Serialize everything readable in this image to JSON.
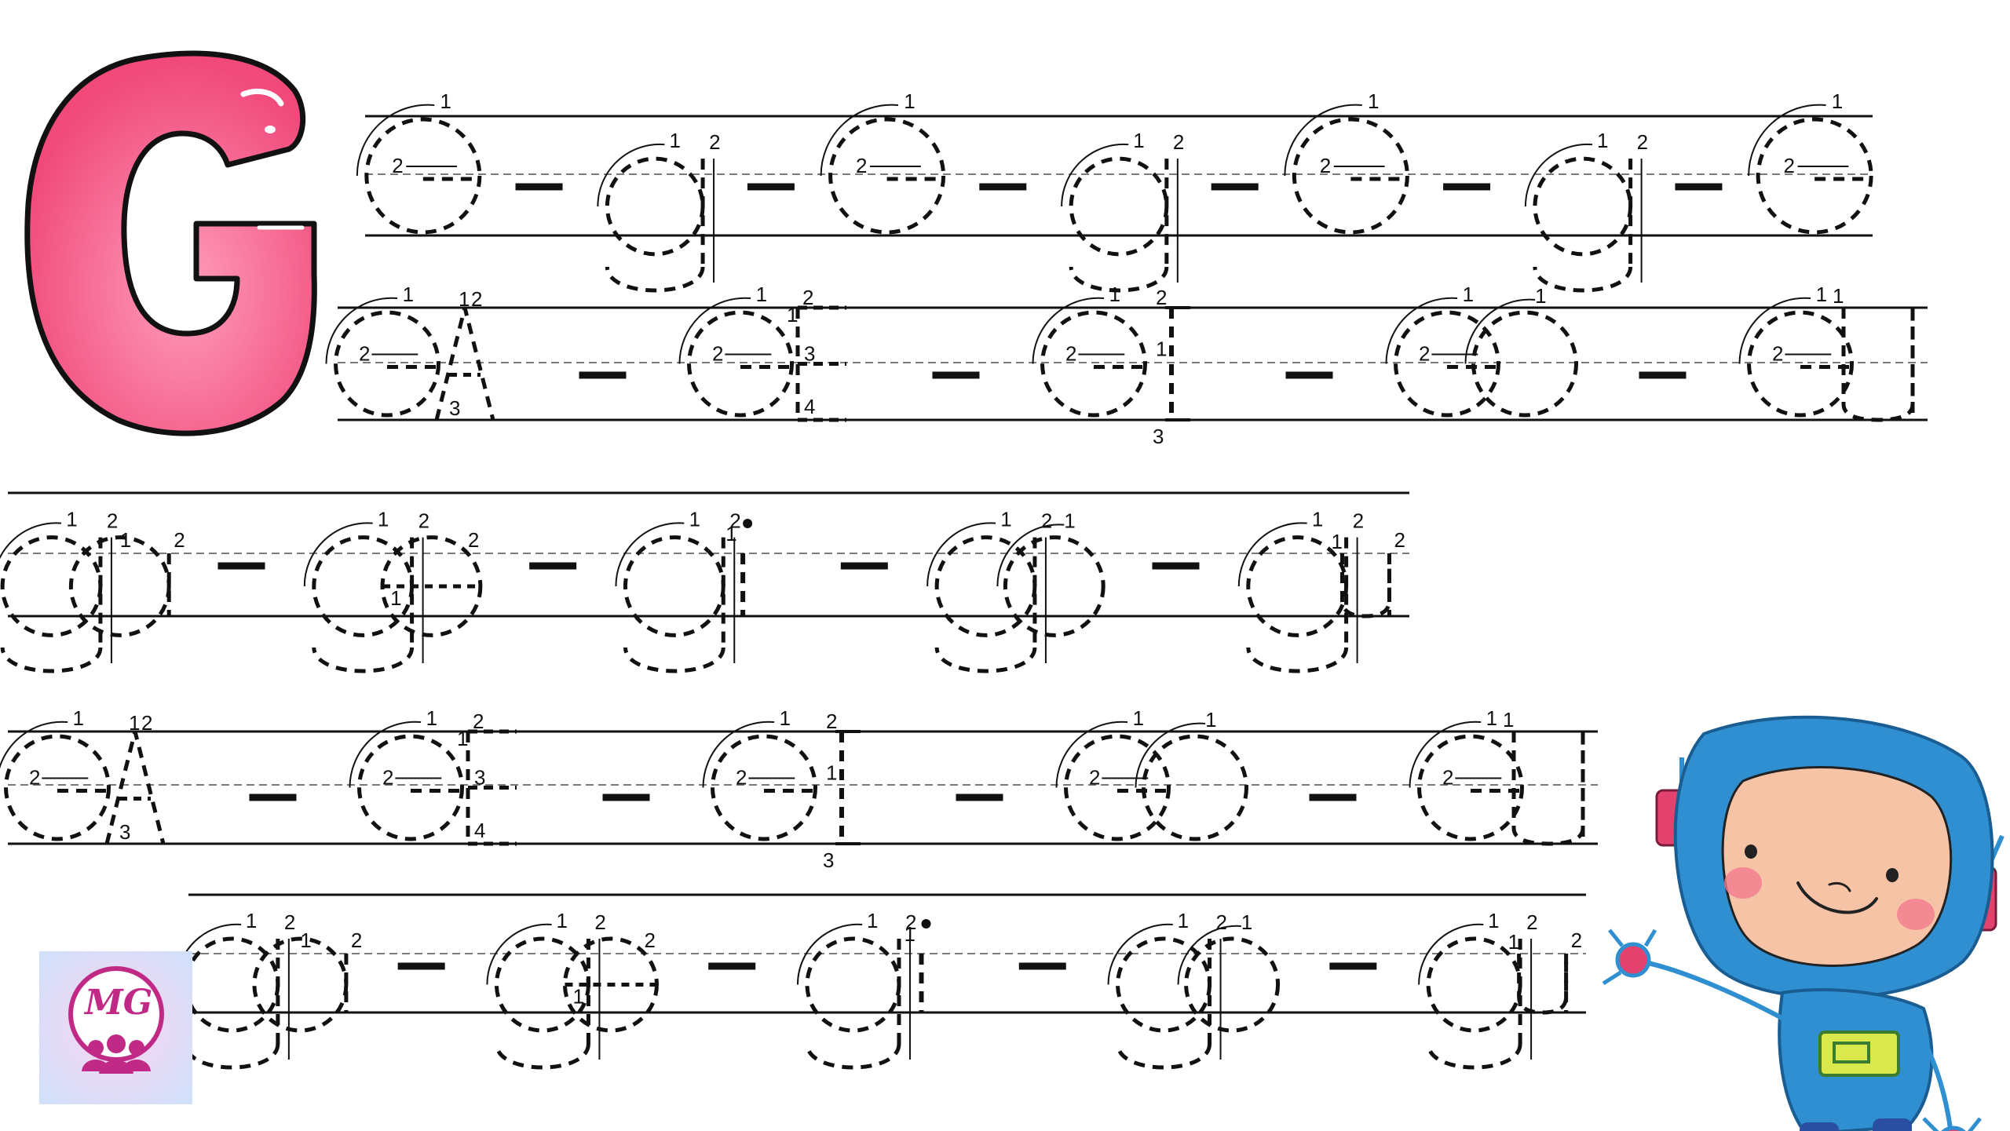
{
  "worksheet": {
    "big_letter": "G",
    "colors": {
      "letter_fill": "#f0497a",
      "letter_highlight": "#ff9dbb",
      "line_color": "#111111",
      "guide_line": "#7a7a7a",
      "robot_blue": "#2f8fd0",
      "robot_face": "#f7c3a6",
      "logo_pink": "#c02a86"
    },
    "rows": [
      {
        "id": "row-1",
        "sequence": [
          "G",
          "-",
          "g",
          "-",
          "G",
          "-",
          "g",
          "-",
          "G",
          "-",
          "g",
          "-",
          "G"
        ]
      },
      {
        "id": "row-2",
        "sequence": [
          "Ga",
          "-",
          "Ge",
          "-",
          "Gi",
          "-",
          "Go",
          "-",
          "Gu"
        ]
      },
      {
        "id": "row-3",
        "sequence": [
          "ga",
          "-",
          "ge",
          "-",
          "gi",
          "-",
          "go",
          "-",
          "gu"
        ]
      },
      {
        "id": "row-4",
        "sequence": [
          "Ga",
          "-",
          "Ge",
          "-",
          "Gi",
          "-",
          "Go",
          "-",
          "Gu"
        ]
      },
      {
        "id": "row-5",
        "sequence": [
          "ga",
          "-",
          "ge",
          "-",
          "gi",
          "-",
          "go",
          "-",
          "gu"
        ]
      }
    ],
    "stroke_numbers": [
      "1",
      "2",
      "3",
      "4"
    ],
    "logo": {
      "text": "MG",
      "icon": "people-icon"
    },
    "illustration": {
      "icon": "robot-icon"
    }
  }
}
